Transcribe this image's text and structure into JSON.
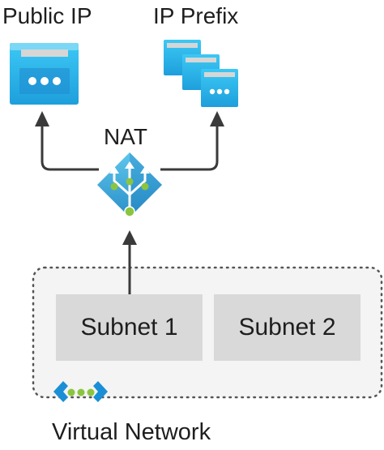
{
  "labels": {
    "public_ip": "Public IP",
    "ip_prefix": "IP Prefix",
    "nat": "NAT",
    "virtual_network": "Virtual Network"
  },
  "subnets": [
    "Subnet 1",
    "Subnet 2"
  ],
  "icons": {
    "public_ip": "public-ip-icon",
    "ip_prefix": "ip-prefix-icon",
    "nat": "nat-gateway-icon",
    "virtual_network": "virtual-network-icon"
  },
  "colors": {
    "azure_blue": "#32bff0",
    "azure_dark": "#1a8fd6",
    "window_bar": "#d6d6d6",
    "connector": "#3a3a3a",
    "subnet_fill": "#d9d9d9",
    "vnet_dot": "#8bc53f"
  }
}
